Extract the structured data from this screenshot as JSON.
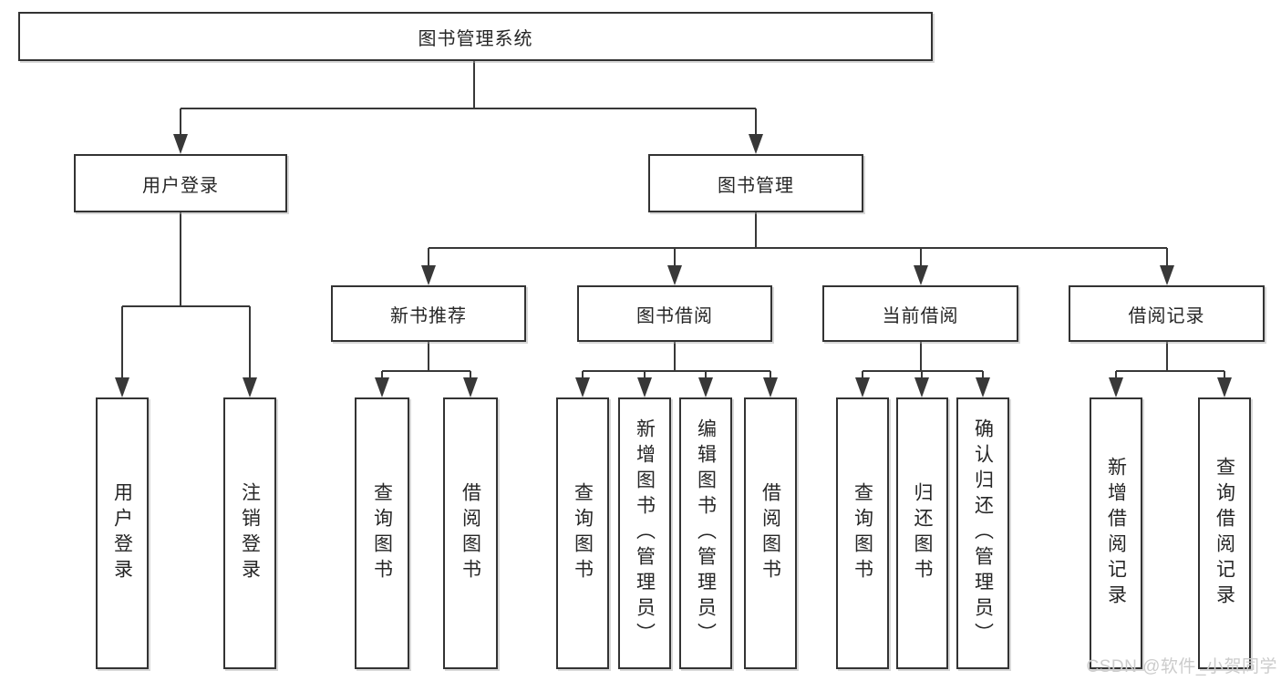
{
  "nodes": {
    "root": "图书管理系统",
    "user_login": "用户登录",
    "book_mgmt": "图书管理",
    "new_books": "新书推荐",
    "book_borrow": "图书借阅",
    "current_borrow": "当前借阅",
    "borrow_records": "借阅记录",
    "ul_login": "用户登录",
    "ul_logout": "注销登录",
    "nb_query": "查询图书",
    "nb_borrow": "借阅图书",
    "bb_query": "查询图书",
    "bb_add": "新增图书（管理员）",
    "bb_edit": "编辑图书（管理员）",
    "bb_borrow": "借阅图书",
    "cb_query": "查询图书",
    "cb_return": "归还图书",
    "cb_confirm": "确认归还（管理员）",
    "br_add": "新增借阅记录",
    "br_query": "查询借阅记录"
  },
  "watermark": "CSDN @软件_小贺同学",
  "colors": {
    "line": "#383838",
    "box_border": "#333333",
    "text": "#262626",
    "background": "#ffffff",
    "watermark": "#cccccc"
  }
}
